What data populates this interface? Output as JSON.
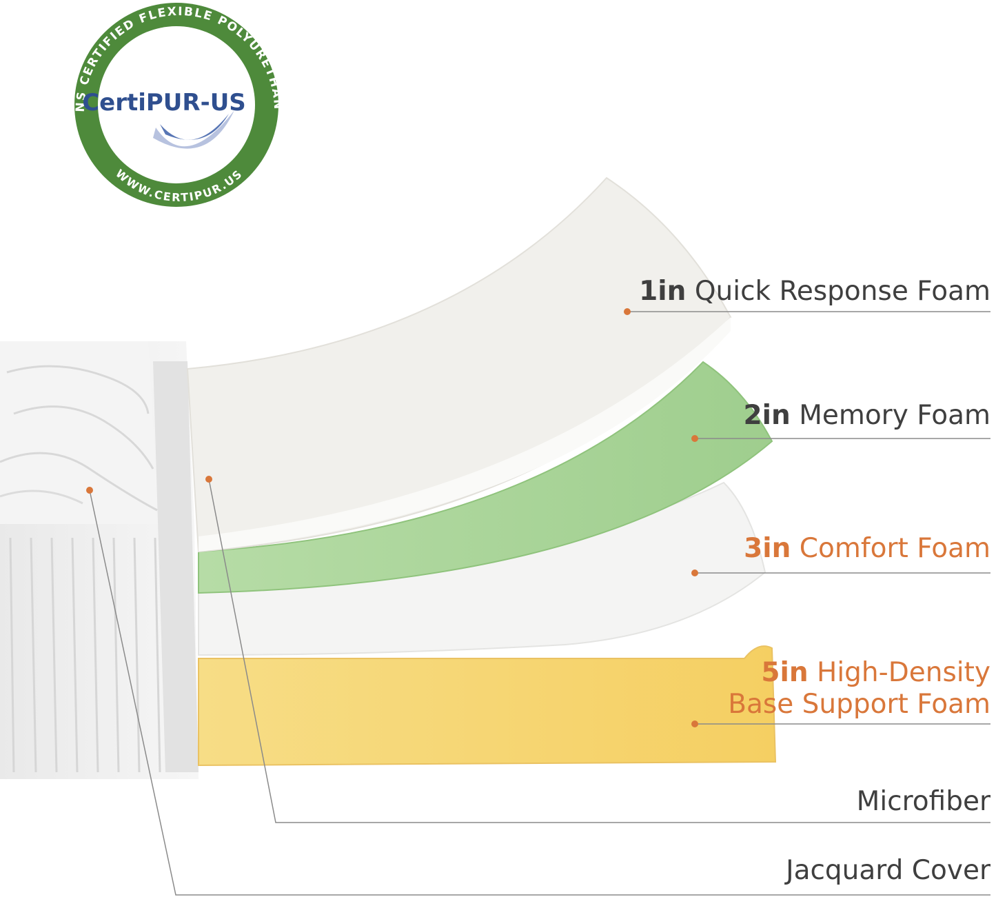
{
  "badge": {
    "brand": "CertiPUR-US",
    "ring_top": "CONTAINS CERTIFIED FLEXIBLE POLYURETHANE FOAM",
    "ring_bottom": "WWW.CERTIPUR.US",
    "color": "#4e8a3b"
  },
  "layers": [
    {
      "thickness": "1in",
      "name": "Quick Response Foam",
      "color": "#f1f0ec"
    },
    {
      "thickness": "2in",
      "name": "Memory Foam",
      "color": "#a9d59a"
    },
    {
      "thickness": "3in",
      "name": "Comfort Foam",
      "color": "#f3f3f2"
    },
    {
      "thickness": "5in",
      "name": "High-Density",
      "name_line2": "Base Support Foam",
      "color": "#f8d774"
    },
    {
      "name": "Microfiber"
    },
    {
      "name": "Jacquard Cover"
    }
  ],
  "colors": {
    "accent": "#d9773a",
    "text": "#3f3f3f",
    "leader_line": "#8a8a8a"
  }
}
